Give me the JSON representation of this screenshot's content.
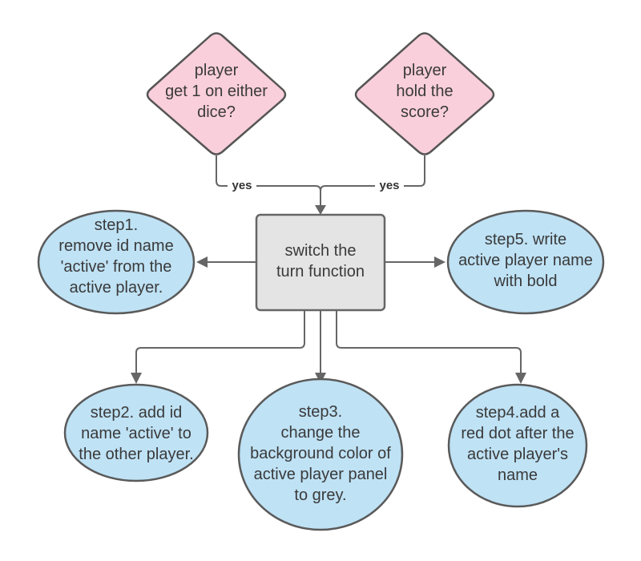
{
  "colors": {
    "decision_fill": "#f9cfdb",
    "decision_stroke": "#555555",
    "process_fill": "#e4e4e4",
    "process_stroke": "#666666",
    "step_fill": "#bfe2f5",
    "step_stroke": "#5a5a5a",
    "connector": "#666666"
  },
  "decisions": [
    {
      "id": "d1",
      "lines": [
        "player",
        "get 1 on either",
        "dice?"
      ]
    },
    {
      "id": "d2",
      "lines": [
        "player",
        "hold the",
        "score?"
      ]
    }
  ],
  "edge_labels": [
    "yes",
    "yes"
  ],
  "process": {
    "lines": [
      "switch the",
      "turn function"
    ]
  },
  "steps": [
    {
      "id": "step1",
      "lines": [
        "step1.",
        "remove id name",
        "'active' from the",
        "active player."
      ]
    },
    {
      "id": "step5",
      "lines": [
        "step5. write",
        "active player name",
        "with bold"
      ]
    },
    {
      "id": "step2",
      "lines": [
        "step2. add id",
        "name 'active' to",
        "the other player."
      ]
    },
    {
      "id": "step3",
      "lines": [
        "step3.",
        "change the",
        "background color of",
        "active player panel",
        "to grey."
      ]
    },
    {
      "id": "step4",
      "lines": [
        "step4.add a",
        "red dot after the",
        "active player's",
        "name"
      ]
    }
  ]
}
